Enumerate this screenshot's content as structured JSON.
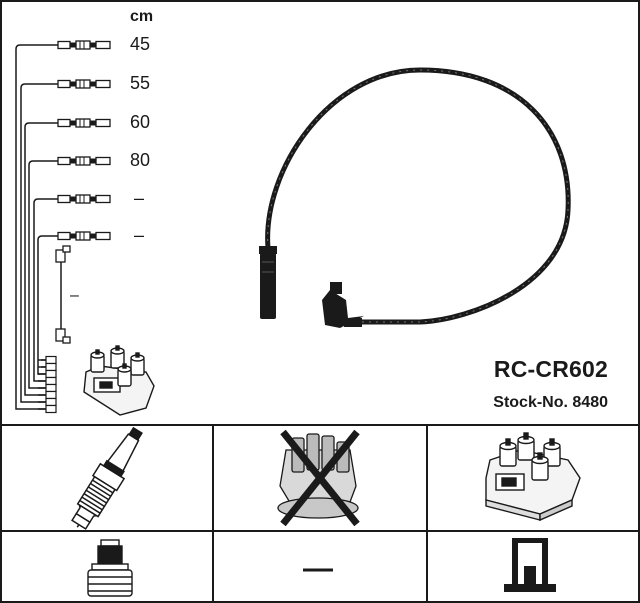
{
  "header": {
    "unit_label": "cm"
  },
  "cable_lengths": [
    "45",
    "55",
    "60",
    "80",
    "–",
    "–"
  ],
  "side_connector_dash": "–",
  "product": {
    "part_number": "RC-CR602",
    "stock_number": "Stock-No. 8480"
  },
  "components": {
    "spark_plug_icon": "spark-plug",
    "distributor_cap_icon": "distributor-cap",
    "distributor_cap_status": "not-applicable",
    "ignition_coil_icon": "ignition-coil",
    "plug_boot_icon": "plug-boot",
    "empty_cell_dash": "—",
    "coil_terminal_icon": "coil-terminal"
  },
  "colors": {
    "ink": "#1a1a1a",
    "background": "#ffffff"
  }
}
